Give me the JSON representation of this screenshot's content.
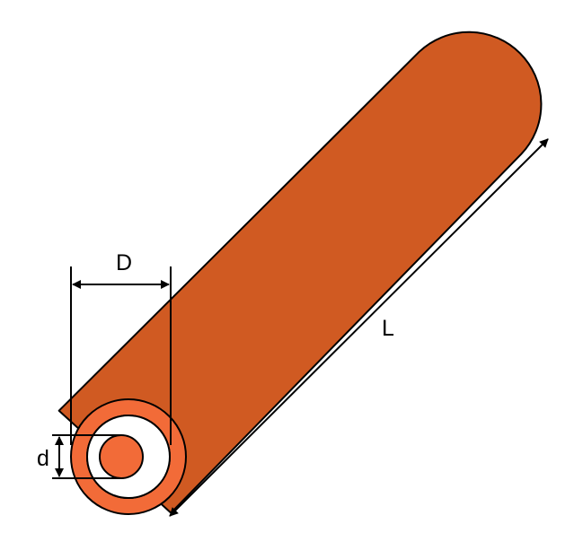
{
  "labels": {
    "outer_diameter": "D",
    "inner_diameter": "d",
    "length": "L"
  },
  "colors": {
    "pipe_body": "#D05A22",
    "pipe_ring": "#F26B38",
    "outline": "#000000",
    "background": "#FFFFFF"
  }
}
